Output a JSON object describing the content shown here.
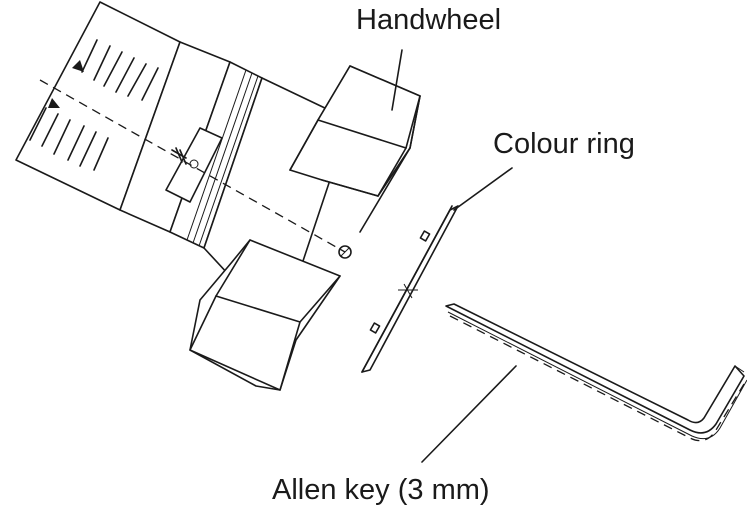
{
  "labels": {
    "handwheel": "Handwheel",
    "colour_ring": "Colour ring",
    "allen_key": "Allen key (3 mm)"
  }
}
